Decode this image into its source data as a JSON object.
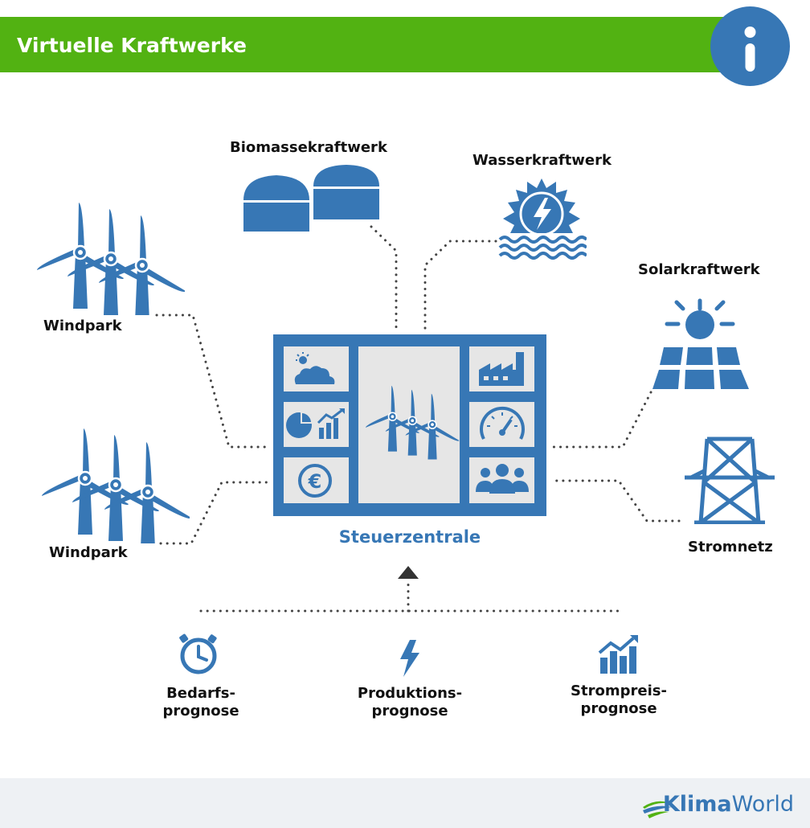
{
  "header": {
    "title": "Virtuelle Kraftwerke",
    "info_icon": "info-icon"
  },
  "nodes": {
    "biomass": "Biomassekraftwerk",
    "hydro": "Wasserkraftwerk",
    "solar": "Solarkraftwerk",
    "grid": "Stromnetz",
    "wind_top": "Windpark",
    "wind_bottom": "Windpark"
  },
  "central": {
    "label": "Steuerzentrale"
  },
  "forecasts": [
    {
      "line1": "Bedarfs-",
      "line2": "prognose",
      "icon": "stopwatch-icon"
    },
    {
      "line1": "Produktions-",
      "line2": "prognose",
      "icon": "lightning-icon"
    },
    {
      "line1": "Strompreis-",
      "line2": "prognose",
      "icon": "rising-chart-icon"
    }
  ],
  "brand": {
    "part1": "Klima",
    "part2": "World"
  },
  "colors": {
    "green": "#52b212",
    "blue": "#3777b5",
    "panel": "#e6e6e6",
    "dots": "#444444"
  }
}
